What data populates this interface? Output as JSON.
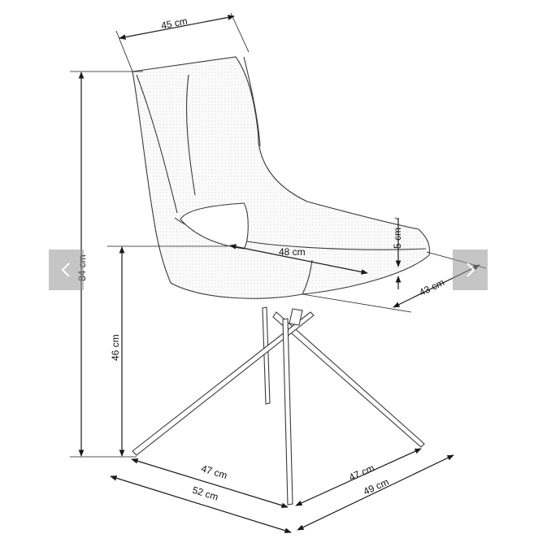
{
  "colors": {
    "line": "#1a1a1a",
    "outline": "#3a3a3a",
    "fabric": "#9a9a9a",
    "nav_bg": "#969696",
    "nav_arrow": "#ffffff"
  },
  "icons": {
    "prev": "chevron-left-icon",
    "next": "chevron-right-icon"
  },
  "dimensions": {
    "width_top": "45 cm",
    "total_height": "84 cm",
    "seat_depth": "48 cm",
    "seat_thickness": "5 cm",
    "seat_width": "43 cm",
    "seat_height": "46 cm",
    "base_left": "47 cm",
    "base_right": "47 cm",
    "footprint_left": "52 cm",
    "footprint_right": "49 cm"
  }
}
